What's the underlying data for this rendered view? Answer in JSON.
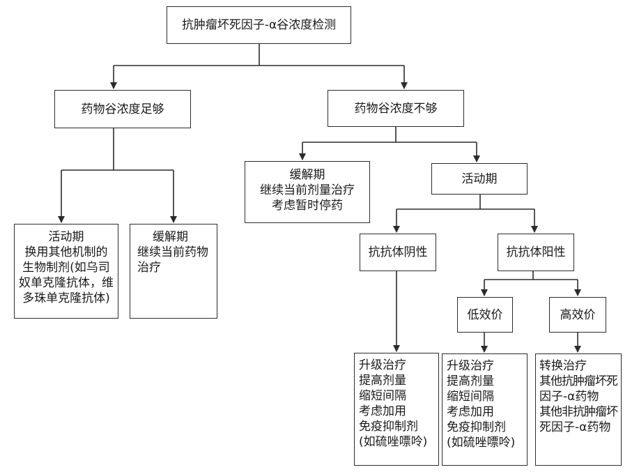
{
  "diagram": {
    "root": "抗肿瘤坏死因子-α谷浓度检测",
    "adequate": {
      "label": "药物谷浓度足够",
      "active": {
        "title": "活动期",
        "lines": [
          "换用其他机制的",
          "生物制剂(如乌司",
          "奴单克隆抗体，维",
          "多珠单克隆抗体)"
        ]
      },
      "remission": {
        "title": "缓解期",
        "lines": [
          "继续当前药物",
          "治疗"
        ]
      }
    },
    "inadequate": {
      "label": "药物谷浓度不够",
      "remission": {
        "title": "缓解期",
        "lines": [
          "继续当前剂量治疗",
          "考虑暂时停药"
        ]
      },
      "active": {
        "title": "活动期",
        "antibody_negative": {
          "label": "抗抗体阴性",
          "actions": [
            "升级治疗",
            "提高剂量",
            "缩短间隔",
            "考虑加用",
            "免疫抑制剂",
            "(如硫唑嘌呤)"
          ]
        },
        "antibody_positive": {
          "label": "抗抗体阳性",
          "low_titer": {
            "label": "低效价",
            "actions": [
              "升级治疗",
              "提高剂量",
              "缩短间隔",
              "考虑加用",
              "免疫抑制剂",
              "(如硫唑嘌呤)"
            ]
          },
          "high_titer": {
            "label": "高效价",
            "actions": [
              "转换治疗",
              "其他抗肿瘤坏死",
              "因子-α药物",
              "其他非抗肿瘤坏",
              "死因子-α药物"
            ]
          }
        }
      }
    }
  }
}
